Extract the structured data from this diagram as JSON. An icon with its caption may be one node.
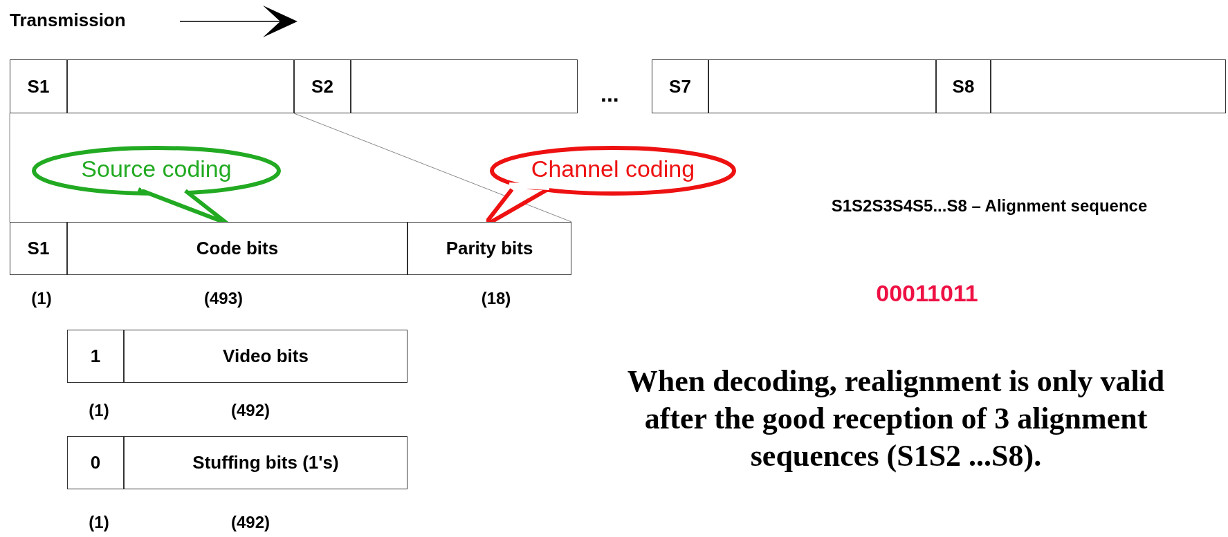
{
  "diagram": {
    "nodes": [
      {
        "text": [
          "S1"
        ]
      },
      {
        "text": [],
        "shape": "box"
      },
      {
        "text": [
          "S2"
        ]
      },
      {
        "text": [],
        "shape": "box"
      },
      {
        "text": [
          "S7"
        ]
      },
      {
        "text": [],
        "shape": "box"
      },
      {
        "text": [
          "S8"
        ]
      },
      {
        "text": [],
        "shape": "box"
      },
      {
        "text": [
          "Source coding"
        ]
      },
      {
        "text": [
          "Channel coding"
        ]
      },
      {
        "text": [
          "S1"
        ],
        "beside": [
          "(1)"
        ]
      },
      {
        "text": [
          "Code bits"
        ],
        "beside": [
          "(493)"
        ]
      },
      {
        "text": [
          "Parity bits"
        ],
        "beside": [
          "(18)"
        ]
      },
      {
        "text": [
          "1"
        ],
        "beside": [
          "(1)"
        ]
      },
      {
        "text": [
          "Video bits"
        ],
        "beside": [
          "(492)"
        ]
      },
      {
        "text": [
          "0"
        ],
        "beside": [
          "(1)"
        ]
      },
      {
        "text": [
          "Stuffing bits (1's)"
        ],
        "beside": [
          "(492)"
        ]
      }
    ],
    "edges": [
      {
        "from": 0,
        "to": 10,
        "arrow": "none"
      },
      {
        "from": 1,
        "to": 12,
        "arrow": "none"
      }
    ],
    "labels": [
      "Transmission",
      "...",
      "S1S2S3S4S5...S8 – Alignment sequence",
      "00011011",
      "When decoding, realignment is only valid after the good reception of 3 alignment sequences (S1S2 ...S8)."
    ]
  }
}
